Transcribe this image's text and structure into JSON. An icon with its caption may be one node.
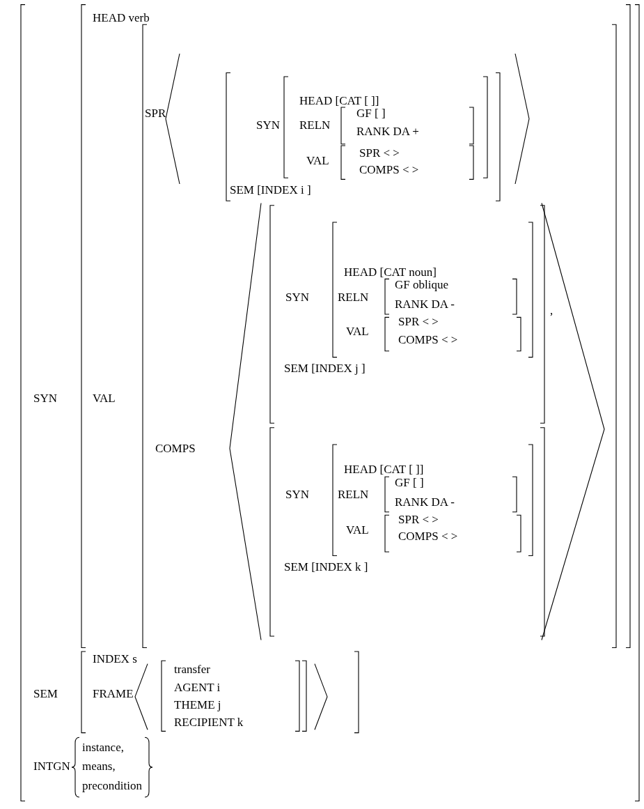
{
  "diagram": {
    "labels": [
      "HEAD verb",
      "HEAD [CAT [ ]]",
      "SPR",
      "SYN",
      "RELN",
      "GF [ ]",
      "RANK DA +",
      "VAL",
      "SPR < >",
      "COMPS < >",
      "SEM [INDEX i ]",
      "HEAD [CAT noun]",
      "GF oblique",
      "SYN",
      "RELN",
      "RANK DA -",
      ",",
      "SYN",
      "VAL",
      "VAL",
      "SPR < >",
      "COMPS < >",
      "SEM [INDEX j ]",
      "COMPS",
      "HEAD [CAT [ ]]",
      "GF [ ]",
      "SYN",
      "RELN",
      "RANK DA -",
      "VAL",
      "SPR < >",
      "COMPS < >",
      "SEM [INDEX k ]",
      "INDEX s",
      "transfer",
      "AGENT i",
      "SEM",
      "FRAME",
      "THEME j",
      "RECIPIENT k",
      "instance,",
      "INTGN",
      "means,",
      "precondition"
    ]
  }
}
